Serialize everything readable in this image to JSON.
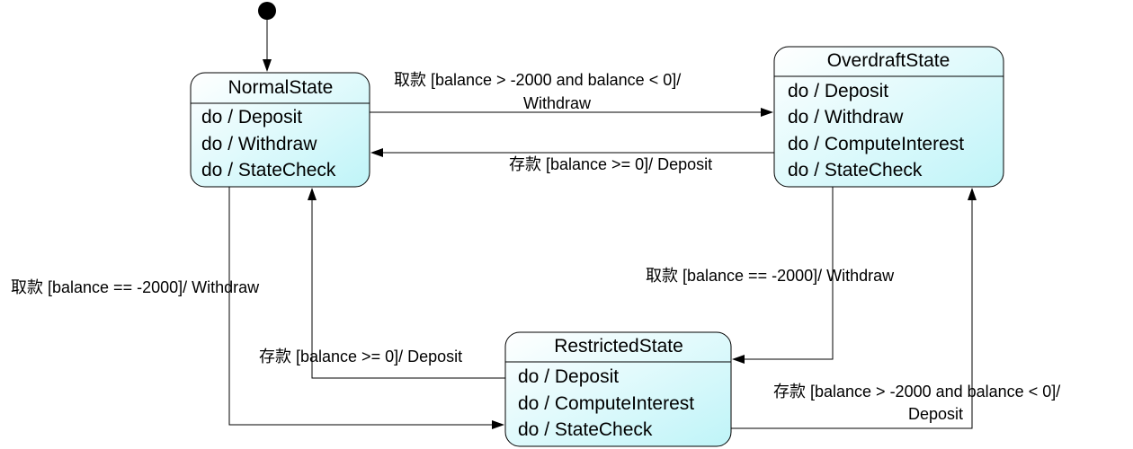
{
  "states": {
    "normal": {
      "name": "NormalState",
      "activities": [
        "do / Deposit",
        "do / Withdraw",
        "do / StateCheck"
      ]
    },
    "overdraft": {
      "name": "OverdraftState",
      "activities": [
        "do / Deposit",
        "do / Withdraw",
        "do / ComputeInterest",
        "do / StateCheck"
      ]
    },
    "restricted": {
      "name": "RestrictedState",
      "activities": [
        "do / Deposit",
        "do / ComputeInterest",
        "do / StateCheck"
      ]
    }
  },
  "transitions": {
    "normal_to_overdraft": {
      "line1": "取款 [balance > -2000 and balance < 0]/",
      "line2": "Withdraw"
    },
    "overdraft_to_normal": {
      "line1": "存款 [balance >= 0]/ Deposit"
    },
    "normal_to_restricted": {
      "line1": "取款 [balance == -2000]/ Withdraw"
    },
    "restricted_to_normal": {
      "line1": "存款 [balance >= 0]/ Deposit"
    },
    "overdraft_to_restricted": {
      "line1": "取款 [balance == -2000]/ Withdraw"
    },
    "restricted_to_overdraft": {
      "line1": "存款 [balance > -2000 and balance < 0]/",
      "line2": "Deposit"
    }
  },
  "colors": {
    "state_fill_top": "#ffffff",
    "state_fill_bottom": "#bff4f8",
    "stroke": "#000000"
  }
}
